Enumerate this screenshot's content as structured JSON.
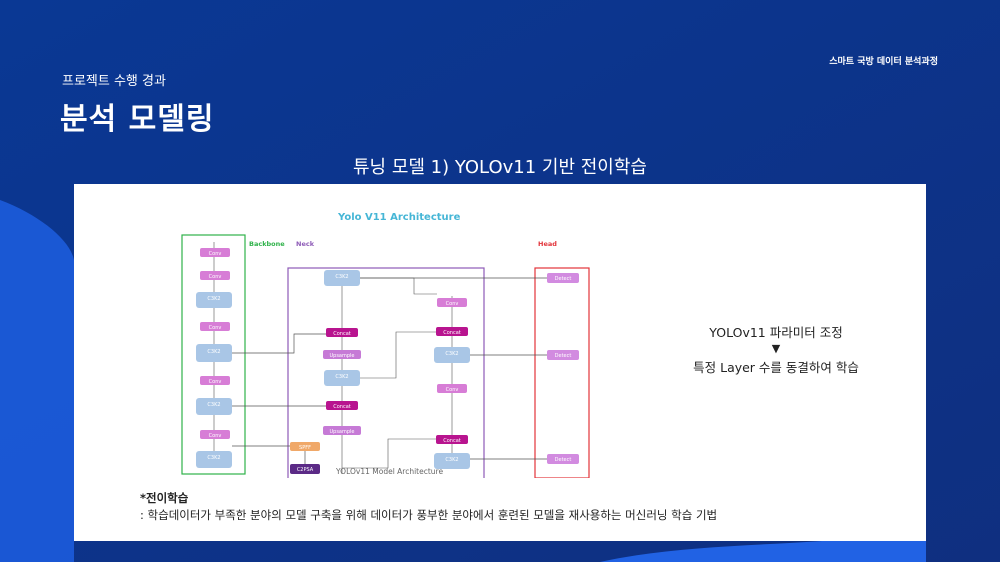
{
  "org_label": "스마트 국방 데이터 분석과정",
  "eyebrow": "프로젝트 수행 경과",
  "heading": "분석 모델링",
  "subtitle": "튜닝 모델 1) YOLOv11 기반 전이학습",
  "diagram": {
    "title": "Yolo V11 Architecture",
    "caption": "YOLOv11 Model Architecture",
    "sections": {
      "backbone": "Backbone",
      "neck": "Neck",
      "head": "Head"
    },
    "backbone_blocks": [
      "Conv",
      "Conv",
      "C3K2",
      "Conv",
      "C3K2",
      "Conv",
      "C3K2",
      "Conv",
      "C3K2"
    ],
    "neck_left": [
      "C3K2",
      "Concat",
      "Upsample",
      "C3K2",
      "Concat",
      "Upsample",
      "SPFF",
      "C2PSA"
    ],
    "neck_right": [
      "Conv",
      "Concat",
      "C3K2",
      "Conv",
      "Concat",
      "C3K2"
    ],
    "head_blocks": [
      "Detect",
      "Detect",
      "Detect"
    ],
    "colors": {
      "conv": "#d77dd6",
      "c3k2": "#a9c6e6",
      "concat": "#b8148f",
      "upsample": "#c67ad6",
      "spff": "#f0a868",
      "c2psa": "#5b2a86",
      "detect": "#d28be0",
      "backbone": "#2fb24a",
      "neck": "#8e5bb7",
      "head": "#e2343a"
    }
  },
  "note": {
    "line1": "YOLOv11 파라미터 조정",
    "arrow": "▼",
    "line2": "특정 Layer 수를 동결하여 학습"
  },
  "footnote": {
    "term": "*전이학습",
    "definition": ": 학습데이터가 부족한 분야의 모델 구축을 위해 데이터가 풍부한 분야에서 훈련된 모델을 재사용하는 머신러닝 학습 기법"
  }
}
